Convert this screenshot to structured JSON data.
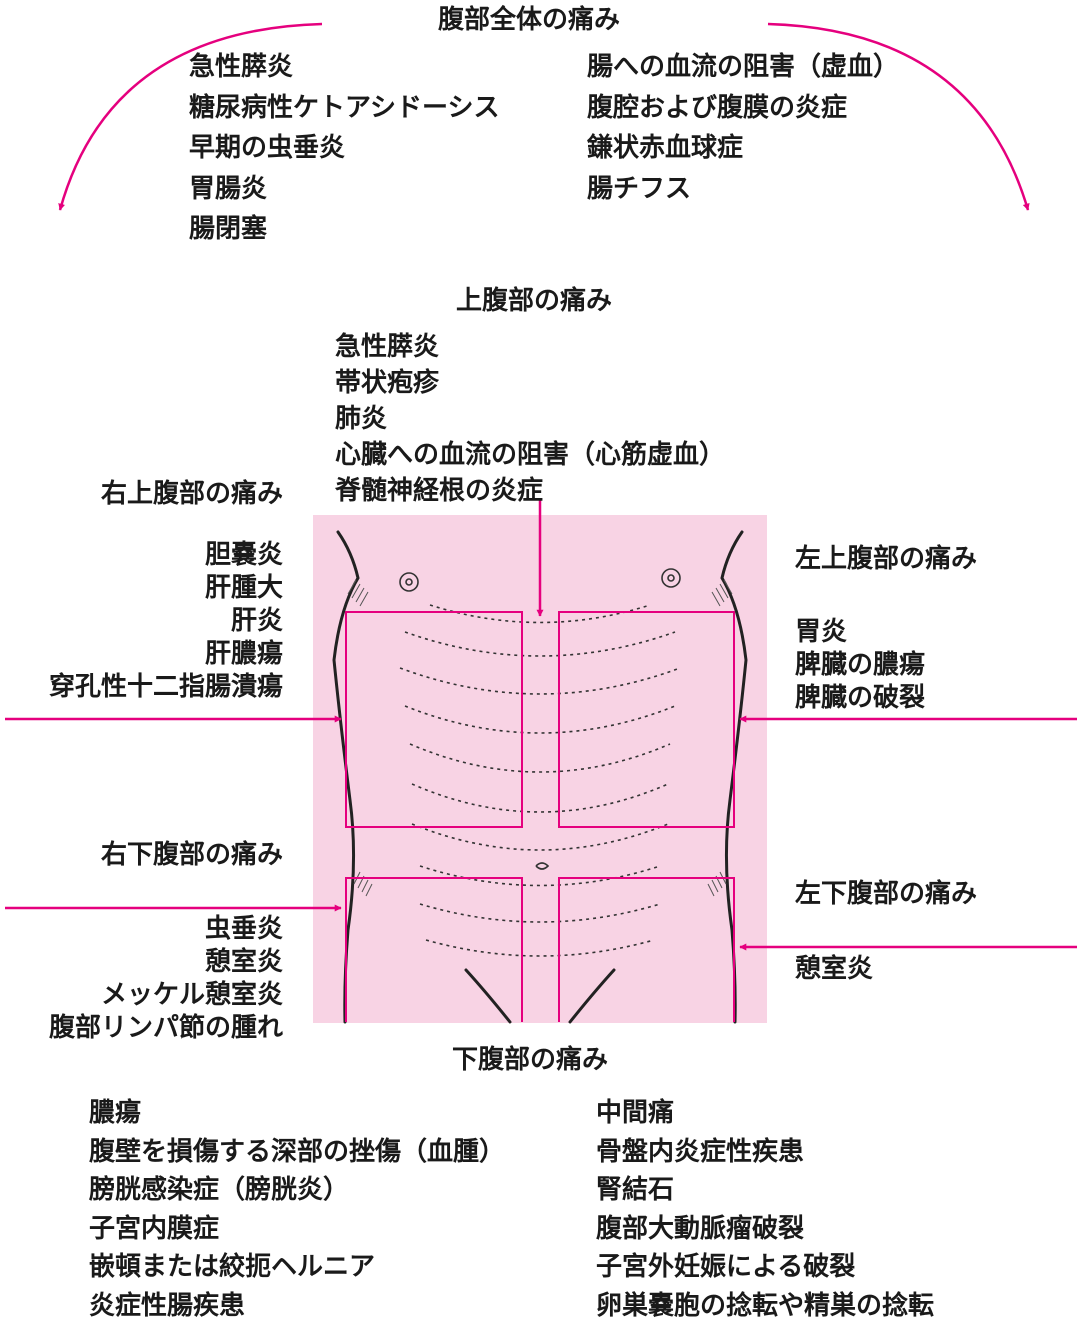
{
  "colors": {
    "accent": "#e5007e",
    "skin": "#f8d3e4",
    "text": "#1a1a1a",
    "outline": "#222222"
  },
  "general": {
    "title": "腹部全体の痛み",
    "left_items": [
      "急性膵炎",
      "糖尿病性ケトアシドーシス",
      "早期の虫垂炎",
      "胃腸炎",
      "腸閉塞"
    ],
    "right_items": [
      "腸への血流の阻害（虚血）",
      "腹腔および腹膜の炎症",
      "鎌状赤血球症",
      "腸チフス"
    ]
  },
  "upper": {
    "title": "上腹部の痛み",
    "items": [
      "急性膵炎",
      "帯状疱疹",
      "肺炎",
      "心臓への血流の阻害（心筋虚血）",
      "脊髄神経根の炎症"
    ]
  },
  "right_upper": {
    "title": "右上腹部の痛み",
    "items": [
      "胆嚢炎",
      "肝腫大",
      "肝炎",
      "肝膿瘍",
      "穿孔性十二指腸潰瘍"
    ]
  },
  "left_upper": {
    "title": "左上腹部の痛み",
    "items": [
      "胃炎",
      "脾臓の膿瘍",
      "脾臓の破裂"
    ]
  },
  "right_lower": {
    "title": "右下腹部の痛み",
    "items": [
      "虫垂炎",
      "憩室炎",
      "メッケル憩室炎",
      "腹部リンパ節の腫れ"
    ]
  },
  "left_lower": {
    "title": "左下腹部の痛み",
    "items": [
      "憩室炎"
    ]
  },
  "lower": {
    "title": "下腹部の痛み",
    "left_items": [
      "膿瘍",
      "腹壁を損傷する深部の挫傷（血腫）",
      "膀胱感染症（膀胱炎）",
      "子宮内膜症",
      "嵌頓または絞扼ヘルニア",
      "炎症性腸疾患"
    ],
    "right_items": [
      "中間痛",
      "骨盤内炎症性疾患",
      "腎結石",
      "腹部大動脈瘤破裂",
      "子宮外妊娠による破裂",
      "卵巣嚢胞の捻転や精巣の捻転"
    ]
  }
}
